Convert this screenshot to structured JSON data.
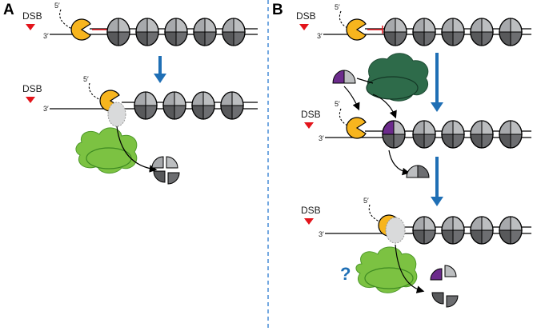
{
  "panels": {
    "a": {
      "letter": "A"
    },
    "b": {
      "letter": "B"
    }
  },
  "labels": {
    "dsb": "DSB",
    "five_prime": "5′",
    "three_prime": "3′",
    "question": "?"
  },
  "colors": {
    "pacman": "#f7b51e",
    "nucleosome_light": "#bcbec0",
    "nucleosome_dark": "#6d6e71",
    "arrow_blue": "#1f6fb5",
    "dsb_red": "#e3141b",
    "remodeler_green": "#7cc242",
    "complex_darkgreen": "#2e6b4a",
    "histone_variant_purple": "#6c2b8c",
    "divider": "#2b7bd1"
  },
  "icons": [
    "dsb-marker-icon",
    "exonuclease-pacman-icon",
    "nucleosome-icon",
    "inhibition-bar-icon",
    "flow-arrow-icon"
  ]
}
